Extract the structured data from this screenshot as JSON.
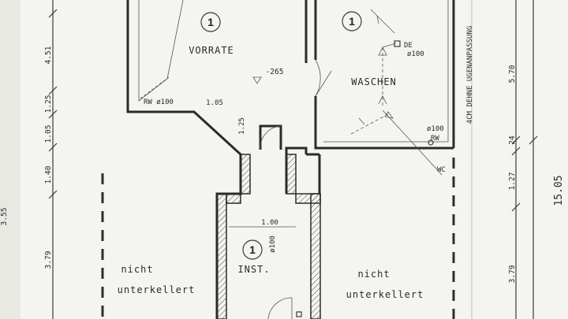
{
  "rooms": {
    "vorrate": {
      "number": "1",
      "label": "VORRATE"
    },
    "waschen": {
      "number": "1",
      "label": "WASCHEN"
    },
    "inst": {
      "number": "1",
      "label": "INST."
    },
    "left_unexcavated": {
      "line1": "nicht",
      "line2": "unterkellert"
    },
    "right_unexcavated": {
      "line1": "nicht",
      "line2": "unterkellert"
    }
  },
  "annotations": {
    "level": "-265",
    "rw_left": "RW ø100",
    "dim_105": "1.05",
    "dim_125": "1.25",
    "de": "DE",
    "de_dia": "ø100",
    "rw_right_dia": "ø100",
    "rw_right": "RW",
    "wc": "WC",
    "inst_width": "1.00",
    "inst_dia": "ø100",
    "vertical_note": "4CM DEHNE UGENANPASSUNG"
  },
  "dimensions": {
    "left": [
      "4.51",
      "1.25",
      "1.05",
      "1.40",
      "3.79"
    ],
    "right": [
      "5.70",
      "24",
      "1.27",
      "3.79"
    ],
    "total": "15.05",
    "edge_fragment": "3.55"
  }
}
